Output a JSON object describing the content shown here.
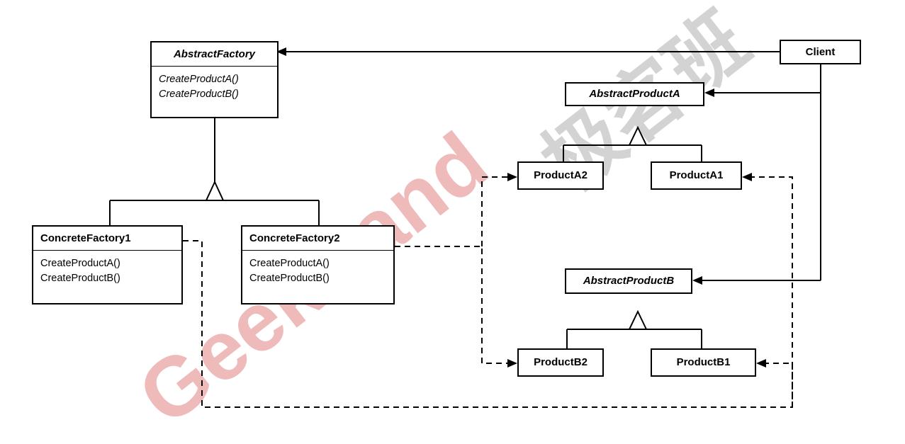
{
  "diagram": {
    "nodes": {
      "abstract_factory": {
        "title": "AbstractFactory",
        "ops": [
          "CreateProductA()",
          "CreateProductB()"
        ]
      },
      "concrete_factory1": {
        "title": "ConcreteFactory1",
        "ops": [
          "CreateProductA()",
          "CreateProductB()"
        ]
      },
      "concrete_factory2": {
        "title": "ConcreteFactory2",
        "ops": [
          "CreateProductA()",
          "CreateProductB()"
        ]
      },
      "client": {
        "title": "Client"
      },
      "abstract_product_a": {
        "title": "AbstractProductA"
      },
      "abstract_product_b": {
        "title": "AbstractProductB"
      },
      "product_a1": {
        "title": "ProductA1"
      },
      "product_a2": {
        "title": "ProductA2"
      },
      "product_b1": {
        "title": "ProductB1"
      },
      "product_b2": {
        "title": "ProductB2"
      }
    },
    "edges": [
      {
        "from": "client",
        "to": "abstract_factory",
        "kind": "association"
      },
      {
        "from": "client",
        "to": "abstract_product_a",
        "kind": "association"
      },
      {
        "from": "client",
        "to": "abstract_product_b",
        "kind": "association"
      },
      {
        "from": "concrete_factory1",
        "to": "abstract_factory",
        "kind": "inheritance"
      },
      {
        "from": "concrete_factory2",
        "to": "abstract_factory",
        "kind": "inheritance"
      },
      {
        "from": "product_a1",
        "to": "abstract_product_a",
        "kind": "inheritance"
      },
      {
        "from": "product_a2",
        "to": "abstract_product_a",
        "kind": "inheritance"
      },
      {
        "from": "product_b1",
        "to": "abstract_product_b",
        "kind": "inheritance"
      },
      {
        "from": "product_b2",
        "to": "abstract_product_b",
        "kind": "inheritance"
      },
      {
        "from": "concrete_factory1",
        "to": "product_a1",
        "kind": "dependency"
      },
      {
        "from": "concrete_factory1",
        "to": "product_b1",
        "kind": "dependency"
      },
      {
        "from": "concrete_factory2",
        "to": "product_a2",
        "kind": "dependency"
      },
      {
        "from": "concrete_factory2",
        "to": "product_b2",
        "kind": "dependency"
      }
    ]
  },
  "watermark": {
    "latin": "GeekBand",
    "chinese": "极客班",
    "latin_color": "#d65a5a",
    "chinese_color": "#8c8c8c"
  }
}
